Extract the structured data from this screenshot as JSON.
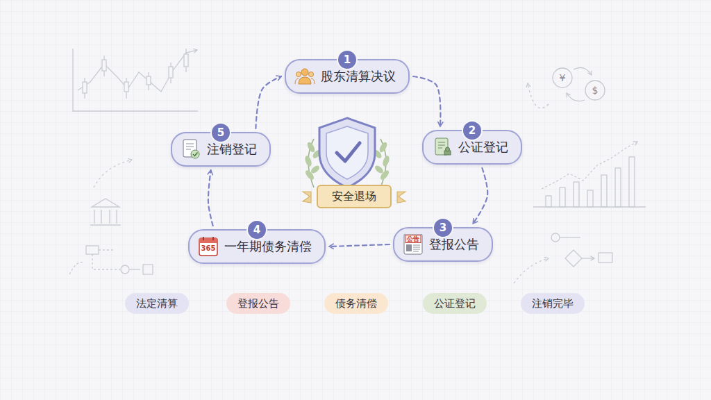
{
  "diagram": {
    "nodes": [
      {
        "text": [
          "1",
          "股东清算决议"
        ]
      },
      {
        "text": [
          "2",
          "公证登记"
        ]
      },
      {
        "text": [
          "3",
          "登报公告"
        ]
      },
      {
        "text": [
          "4",
          "一年期债务清偿"
        ]
      },
      {
        "text": [
          "5",
          "注销登记"
        ]
      },
      {
        "text": [
          "安全退场"
        ]
      },
      {
        "text": [
          "法定清算"
        ]
      },
      {
        "text": [
          "登报公告"
        ]
      },
      {
        "text": [
          "债务清偿"
        ]
      },
      {
        "text": [
          "公证登记"
        ]
      },
      {
        "text": [
          "注销完毕"
        ]
      }
    ],
    "edges": [
      {
        "from": 0,
        "to": 1,
        "arrow": "to"
      },
      {
        "from": 1,
        "to": 2,
        "arrow": "to"
      },
      {
        "from": 2,
        "to": 3,
        "arrow": "to"
      },
      {
        "from": 3,
        "to": 4,
        "arrow": "to"
      },
      {
        "from": 4,
        "to": 0,
        "arrow": "to"
      }
    ],
    "labels": [
      "¥",
      "$",
      "365",
      "公告"
    ]
  }
}
